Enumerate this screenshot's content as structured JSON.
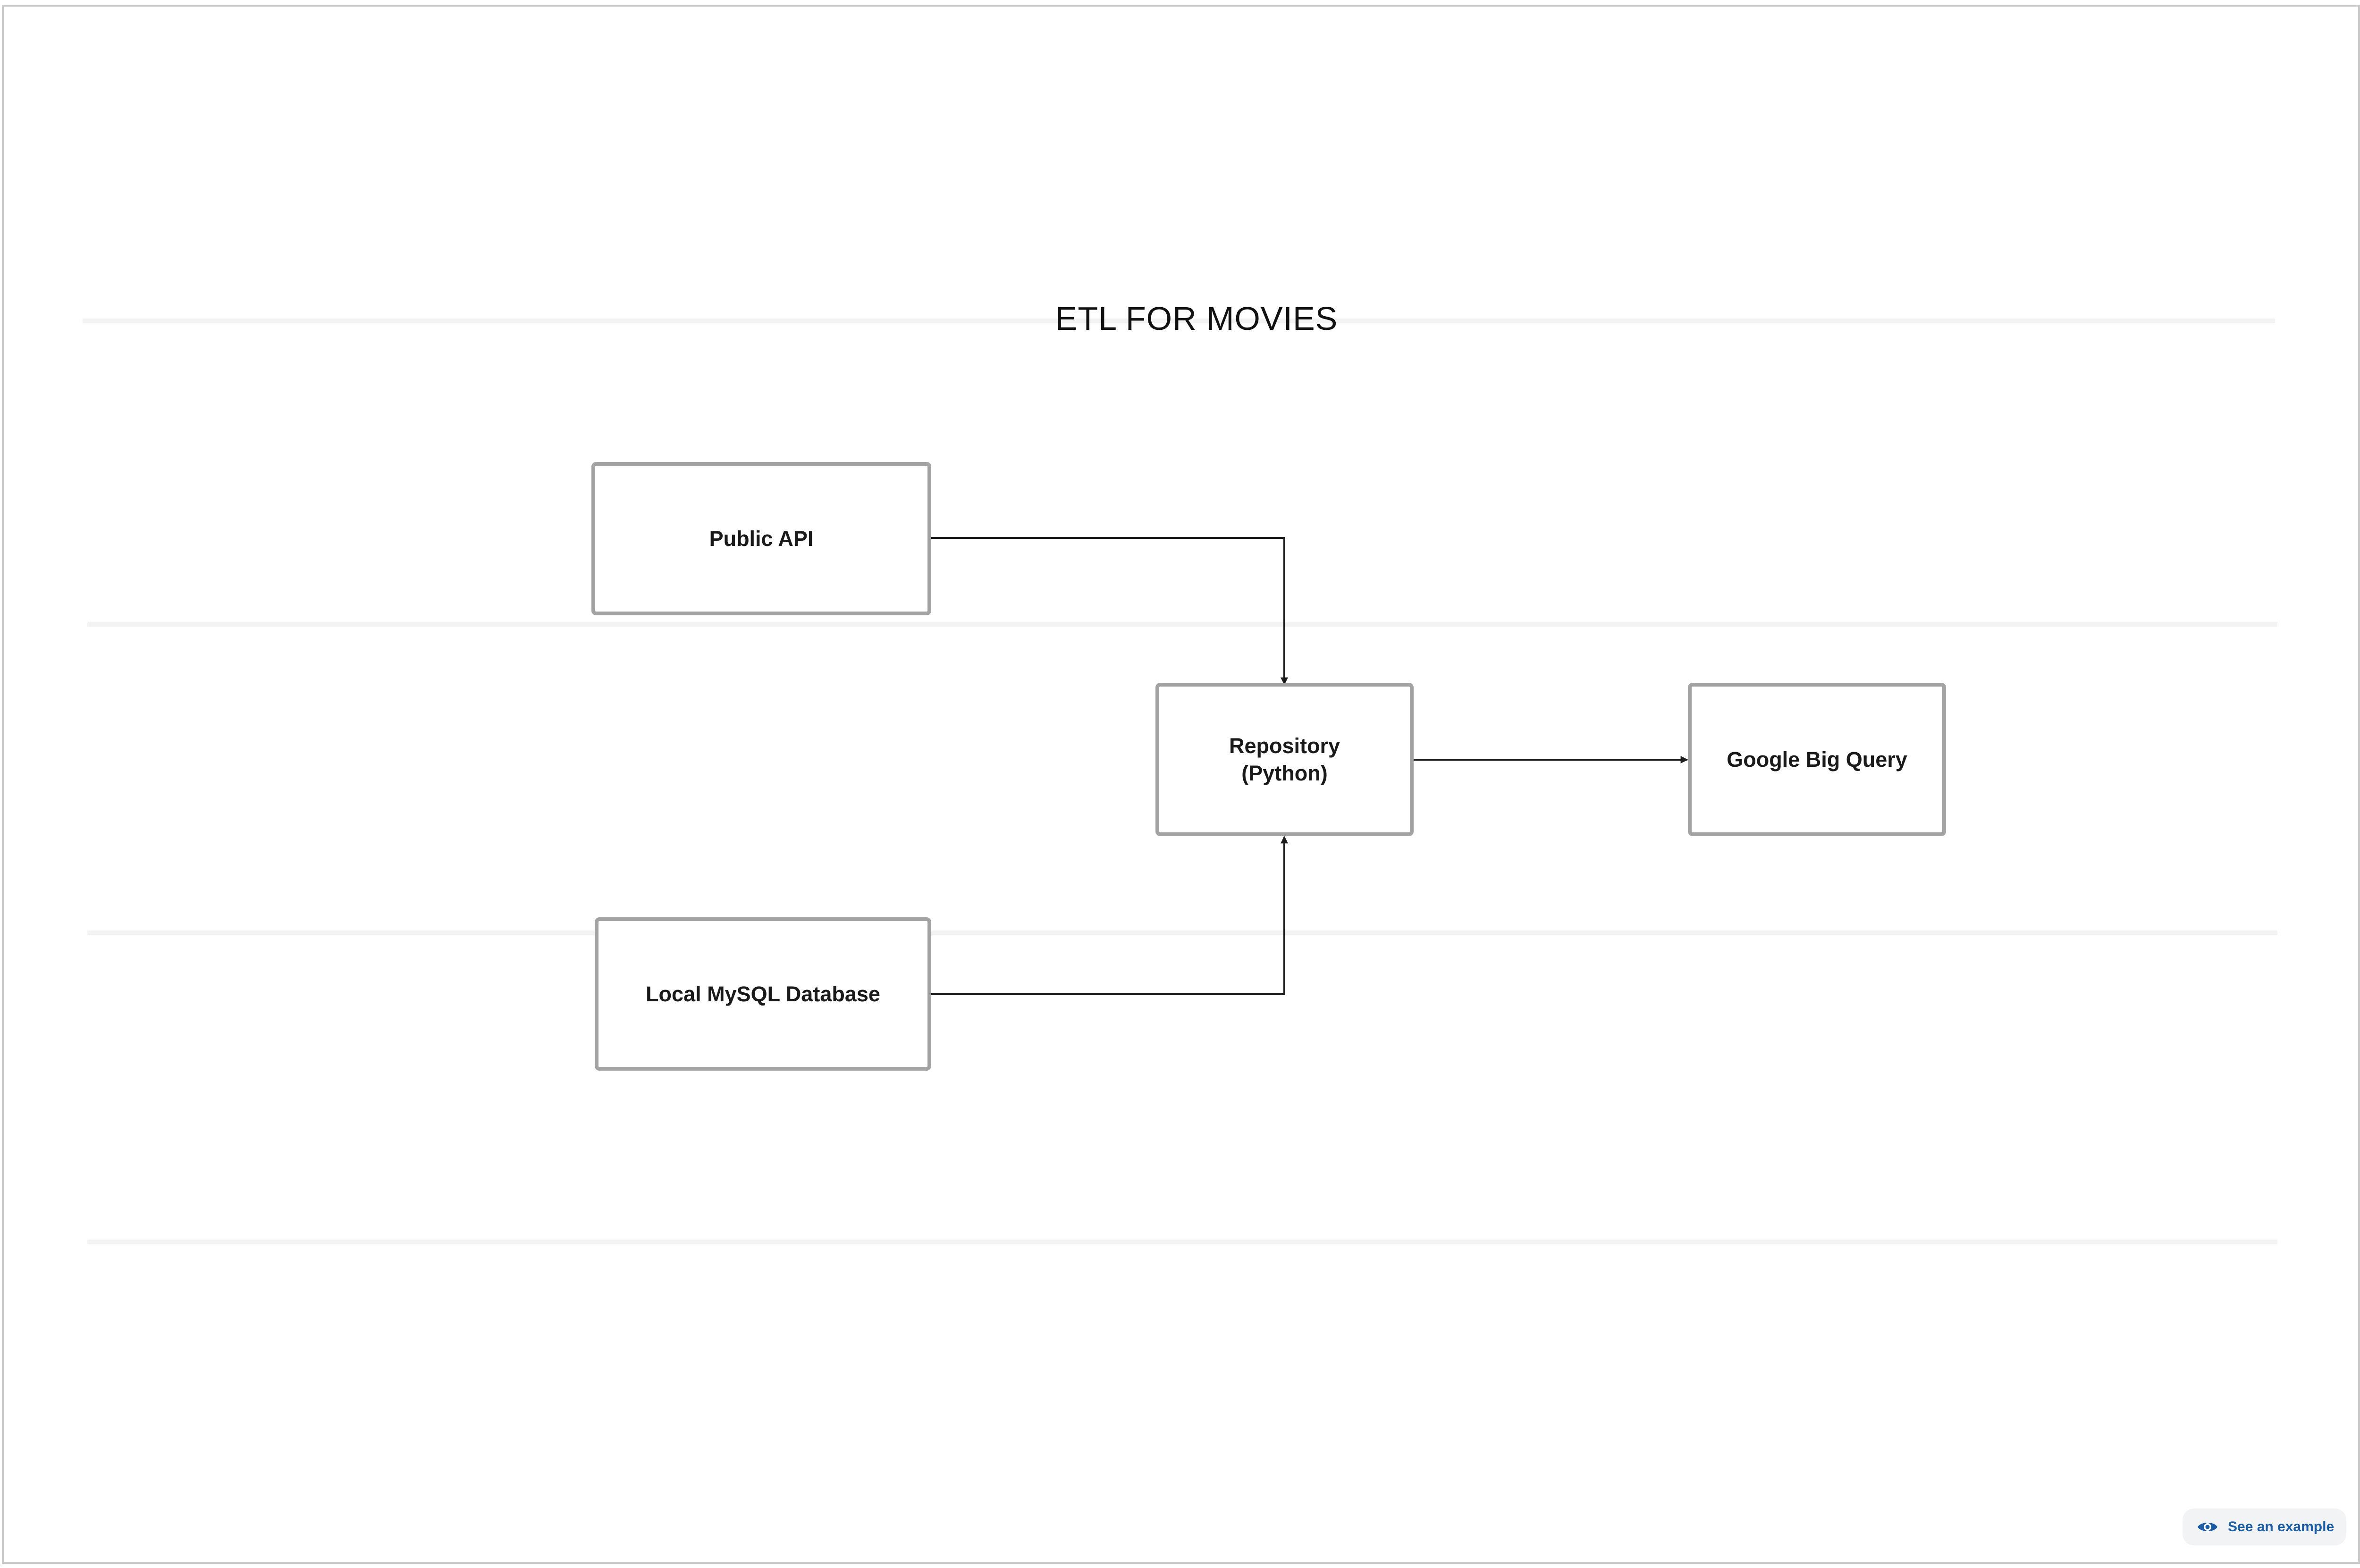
{
  "diagram": {
    "title": "ETL FOR MOVIES",
    "nodes": {
      "public_api": "Public API",
      "repository": "Repository\n(Python)",
      "bigquery": "Google Big Query",
      "mysql": "Local MySQL Database"
    },
    "edges": [
      {
        "from": "Public API",
        "to": "Repository (Python)"
      },
      {
        "from": "Local MySQL Database",
        "to": "Repository (Python)"
      },
      {
        "from": "Repository (Python)",
        "to": "Google Big Query"
      }
    ]
  },
  "footer": {
    "see_example_label": "See an example",
    "icon": "eye-icon"
  },
  "colors": {
    "node_border": "#a3a3a3",
    "edge": "#1a1a1a",
    "lane_line": "#f3f3f3",
    "frame": "#c8c8c8",
    "button_bg": "#f2f3f5",
    "button_text": "#1d5da4"
  }
}
